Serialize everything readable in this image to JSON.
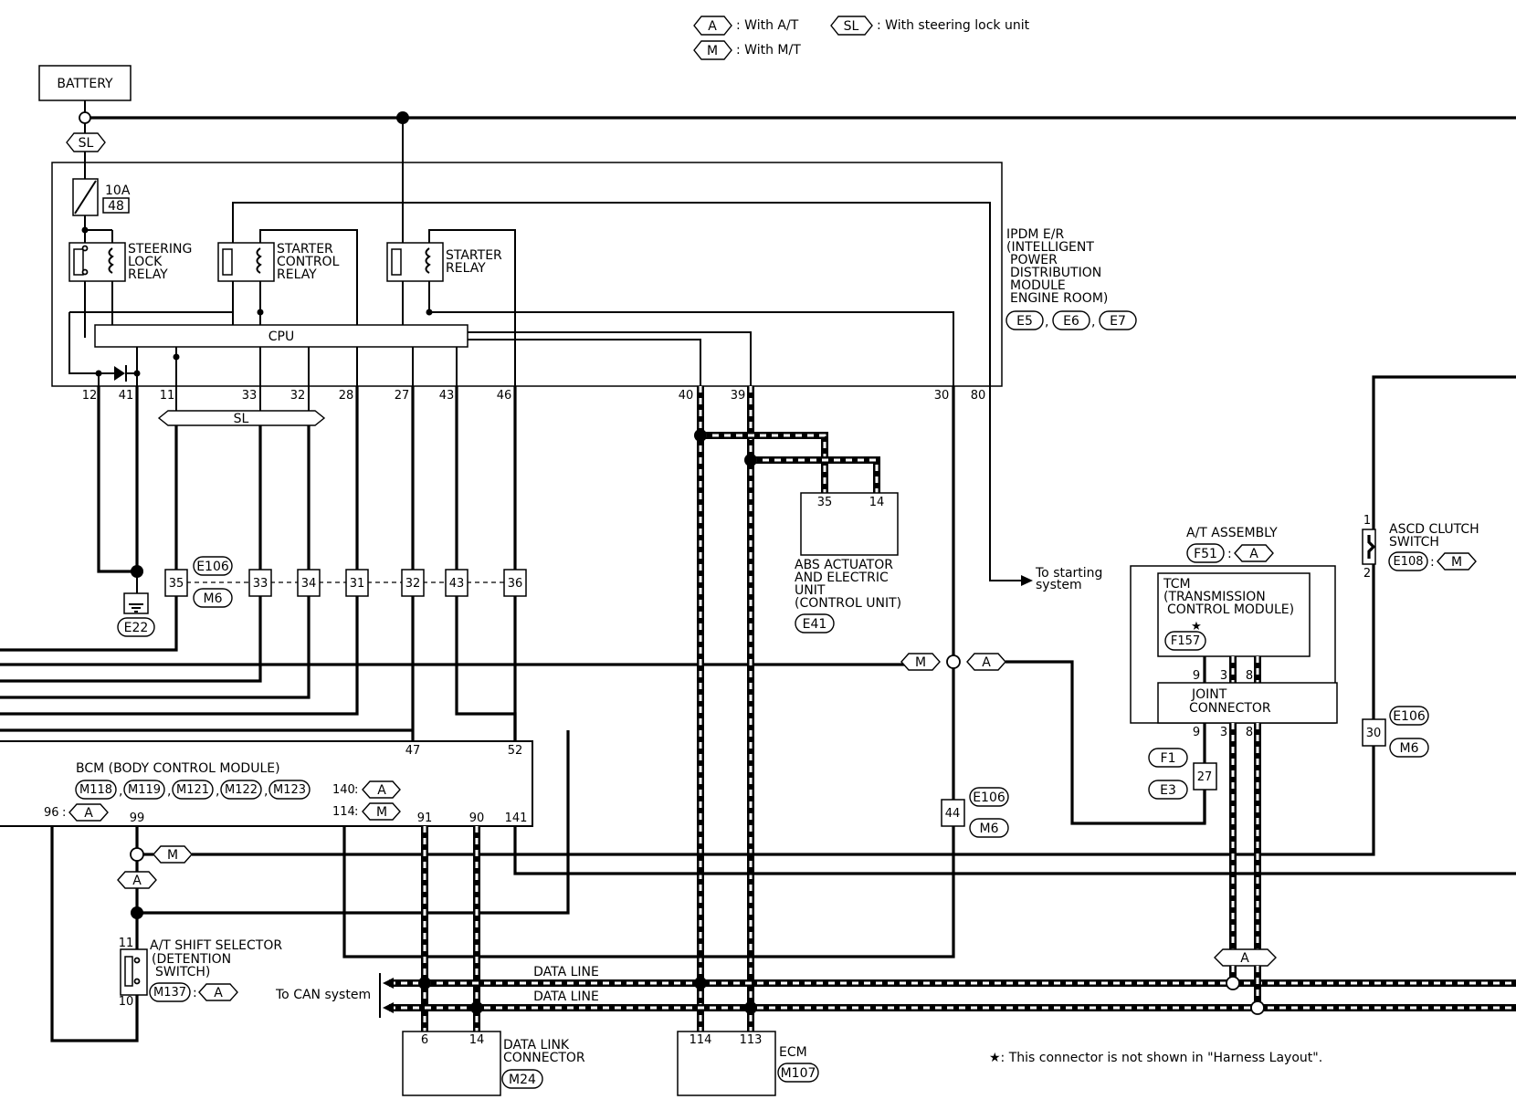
{
  "legend": {
    "a_code": "A",
    "a_text": ": With A/T",
    "m_code": "M",
    "m_text": ": With M/T",
    "sl_code": "SL",
    "sl_text": ": With steering lock unit"
  },
  "battery": "BATTERY",
  "sl_tag": "SL",
  "fuse": {
    "rating": "10A",
    "number": "48"
  },
  "relays": {
    "steering_lock": [
      "STEERING",
      "LOCK",
      "RELAY"
    ],
    "starter_control": [
      "STARTER",
      "CONTROL",
      "RELAY"
    ],
    "starter": [
      "STARTER",
      "RELAY"
    ]
  },
  "cpu": "CPU",
  "ipdm": {
    "lines": [
      "IPDM E/R",
      "(INTELLIGENT",
      "POWER",
      "DISTRIBUTION",
      "MODULE",
      "ENGINE ROOM)"
    ],
    "connectors": [
      "E5",
      "E6",
      "E7"
    ]
  },
  "ipdm_pins": [
    "12",
    "41",
    "11",
    "33",
    "32",
    "28",
    "27",
    "43",
    "46",
    "40",
    "39",
    "30",
    "80"
  ],
  "sl_bar": "SL",
  "joint_pins": [
    "35",
    "33",
    "34",
    "31",
    "32",
    "43",
    "36"
  ],
  "joint_conn": {
    "top": "E106",
    "bottom": "M6"
  },
  "ground": "E22",
  "abs": {
    "pins": [
      "35",
      "14"
    ],
    "lines": [
      "ABS ACTUATOR",
      "AND ELECTRIC",
      "UNIT",
      "(CONTROL UNIT)"
    ],
    "connector": "E41"
  },
  "to_starting": [
    "To starting",
    "system"
  ],
  "at_assembly": {
    "label": "A/T ASSEMBLY",
    "connector": "F51",
    "option": "A"
  },
  "tcm": {
    "lines": [
      "TCM",
      "(TRANSMISSION",
      "CONTROL MODULE)"
    ],
    "connector": "F157",
    "star": "★",
    "pins": [
      "9",
      "3",
      "8"
    ]
  },
  "joint_connector": {
    "lines": [
      "JOINT",
      "CONNECTOR"
    ],
    "pins": [
      "9",
      "3",
      "8"
    ]
  },
  "f1_e3": {
    "top": "F1",
    "bottom": "E3",
    "pin": "27"
  },
  "ascd": {
    "lines": [
      "ASCD CLUTCH",
      "SWITCH"
    ],
    "connector": "E108",
    "option": "M",
    "pin_top": "1",
    "pin_bottom": "2"
  },
  "right_joint": {
    "pin": "30",
    "top": "E106",
    "bottom": "M6"
  },
  "mid_joint": {
    "pin": "44",
    "top": "E106",
    "bottom": "M6"
  },
  "bcm": {
    "title": "BCM (BODY CONTROL MODULE)",
    "connectors": [
      "M118",
      "M119",
      "M121",
      "M122",
      "M123"
    ],
    "top_pins": [
      "47",
      "52"
    ],
    "pin140": "140",
    "pin140_opt": "A",
    "pin114": "114",
    "pin114_opt": "M",
    "pin96": "96",
    "pin96_opt": "A",
    "bottom_pins": [
      "99",
      "91",
      "90",
      "141"
    ]
  },
  "at_shift": {
    "lines": [
      "A/T SHIFT SELECTOR",
      "(DETENTION",
      "SWITCH)"
    ],
    "connector": "M137",
    "option": "A",
    "pin_top": "11",
    "pin_bottom": "10"
  },
  "branch_tags": {
    "m": "M",
    "a": "A"
  },
  "data_line": "DATA LINE",
  "to_can": "To CAN system",
  "dlc": {
    "pins": [
      "6",
      "14"
    ],
    "lines": [
      "DATA LINK",
      "CONNECTOR"
    ],
    "connector": "M24"
  },
  "ecm": {
    "pins": [
      "114",
      "113"
    ],
    "label": "ECM",
    "connector": "M107"
  },
  "footnote": "★: This connector is not shown in \"Harness Layout\"."
}
